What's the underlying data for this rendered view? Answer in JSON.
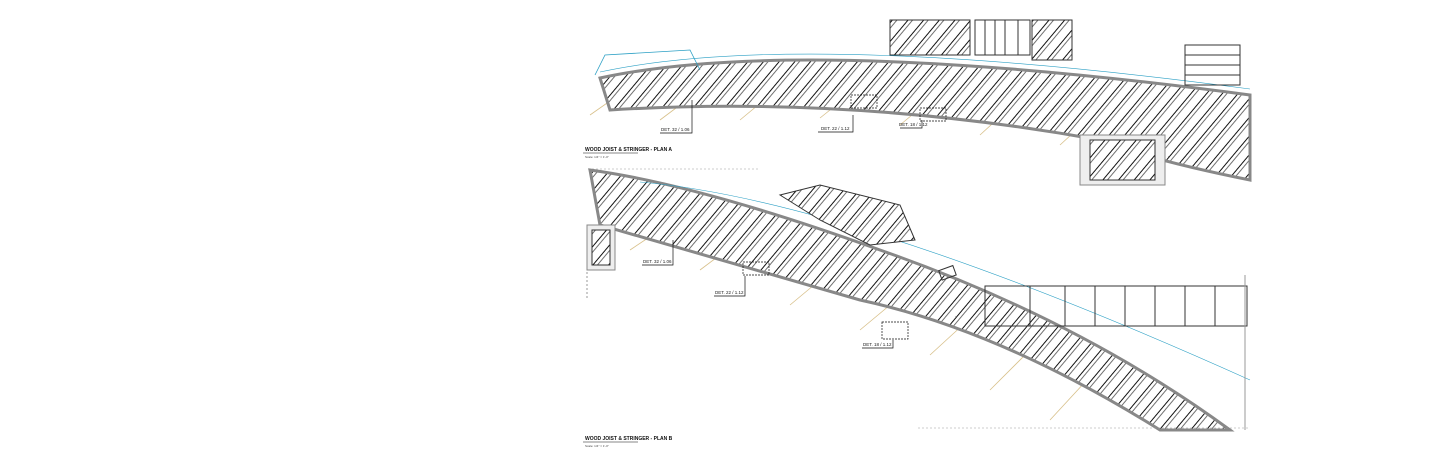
{
  "plan_a": {
    "title": "WOOD JOIST & STRINGER - PLAN A",
    "scale": "Scale: 1/4\" = 1'-0\"",
    "callouts": [
      "DET. 32 / 1.06",
      "DET. 22 / 1.12",
      "DET. 18 / 1.12"
    ]
  },
  "plan_b": {
    "title": "WOOD JOIST & STRINGER - PLAN B",
    "scale": "Scale: 1/4\" = 1'-0\"",
    "callouts": [
      "DET. 32 / 1.06",
      "DET. 22 / 1.12",
      "DET. 18 / 1.12"
    ]
  },
  "colors": {
    "line": "#111111",
    "band": "#9a9a9a",
    "dimension": "#2a9fc4",
    "grid": "#d8c08a",
    "joist": "#6b4a2a"
  }
}
